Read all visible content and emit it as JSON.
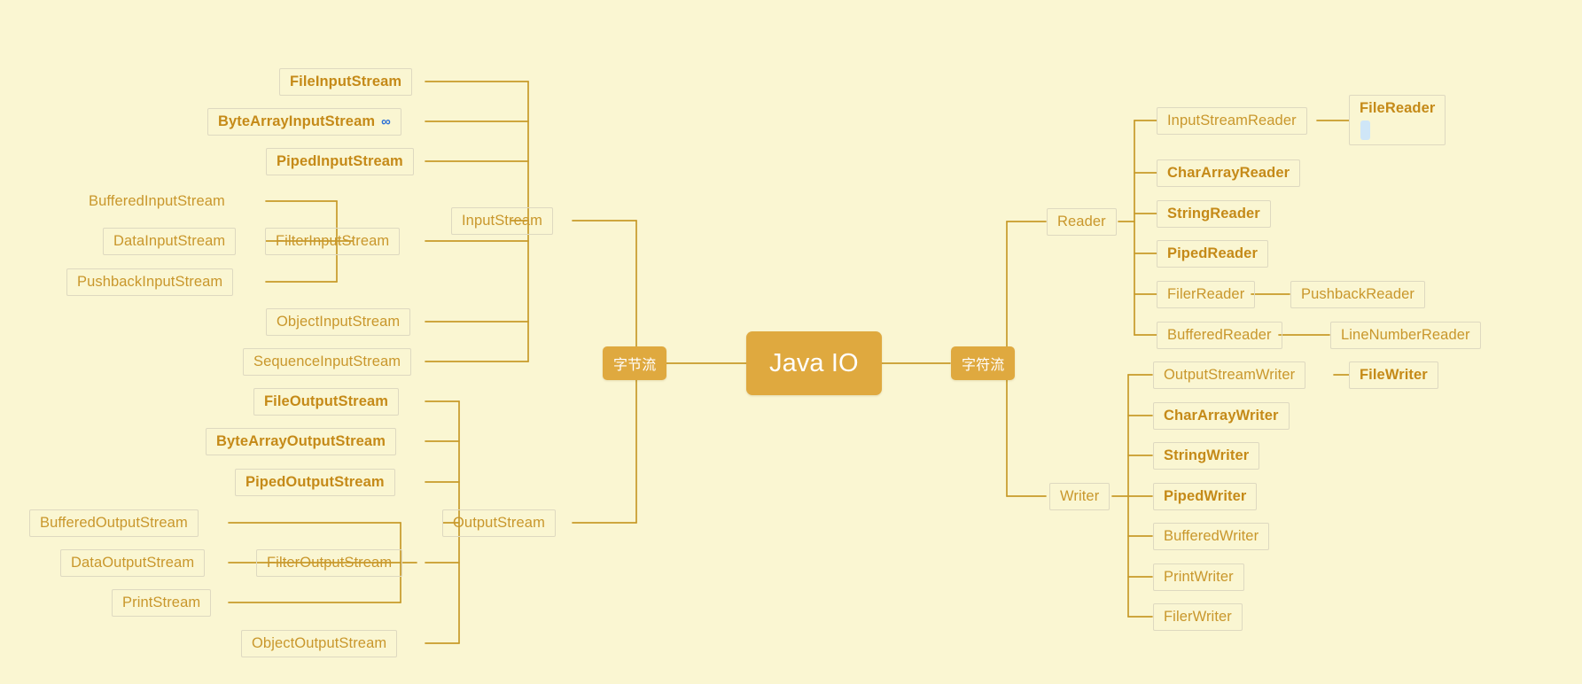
{
  "diagram": {
    "title": "Java IO",
    "background_color": "#faf6d2",
    "accent_color": "#dfa93f",
    "text_color": "#c9972c",
    "bold_text_color": "#c58a18",
    "border_color": "#ded9c0",
    "link_icon_color": "#2b6fd6",
    "highlight_color": "#cfe6f7"
  },
  "root": {
    "label": "Java IO"
  },
  "branches": {
    "byte_stream": {
      "label": "字节流"
    },
    "char_stream": {
      "label": "字符流"
    }
  },
  "nodes": {
    "input_stream": "InputStream",
    "output_stream": "OutputStream",
    "reader": "Reader",
    "writer": "Writer",
    "file_input_stream": "FileInputStream",
    "byte_array_input_stream": "ByteArrayInputStream",
    "piped_input_stream": "PipedInputStream",
    "filter_input_stream": "FilterInputStream",
    "buffered_input_stream": "BufferedInputStream",
    "data_input_stream": "DataInputStream",
    "pushback_input_stream": "PushbackInputStream",
    "object_input_stream": "ObjectInputStream",
    "sequence_input_stream": "SequenceInputStream",
    "file_output_stream": "FileOutputStream",
    "byte_array_output_stream": "ByteArrayOutputStream",
    "piped_output_stream": "PipedOutputStream",
    "filter_output_stream": "FilterOutputStream",
    "buffered_output_stream": "BufferedOutputStream",
    "data_output_stream": "DataOutputStream",
    "print_stream": "PrintStream",
    "object_output_stream": "ObjectOutputStream",
    "input_stream_reader": "InputStreamReader",
    "file_reader": "FileReader",
    "char_array_reader": "CharArrayReader",
    "string_reader": "StringReader",
    "piped_reader": "PipedReader",
    "filer_reader": "FilerReader",
    "pushback_reader": "PushbackReader",
    "buffered_reader": "BufferedReader",
    "line_number_reader": "LineNumberReader",
    "output_stream_writer": "OutputStreamWriter",
    "file_writer": "FileWriter",
    "char_array_writer": "CharArrayWriter",
    "string_writer": "StringWriter",
    "piped_writer": "PipedWriter",
    "buffered_writer": "BufferedWriter",
    "print_writer": "PrintWriter",
    "filer_writer": "FilerWriter"
  },
  "icons": {
    "byte_array_input_stream_link": "∞"
  }
}
